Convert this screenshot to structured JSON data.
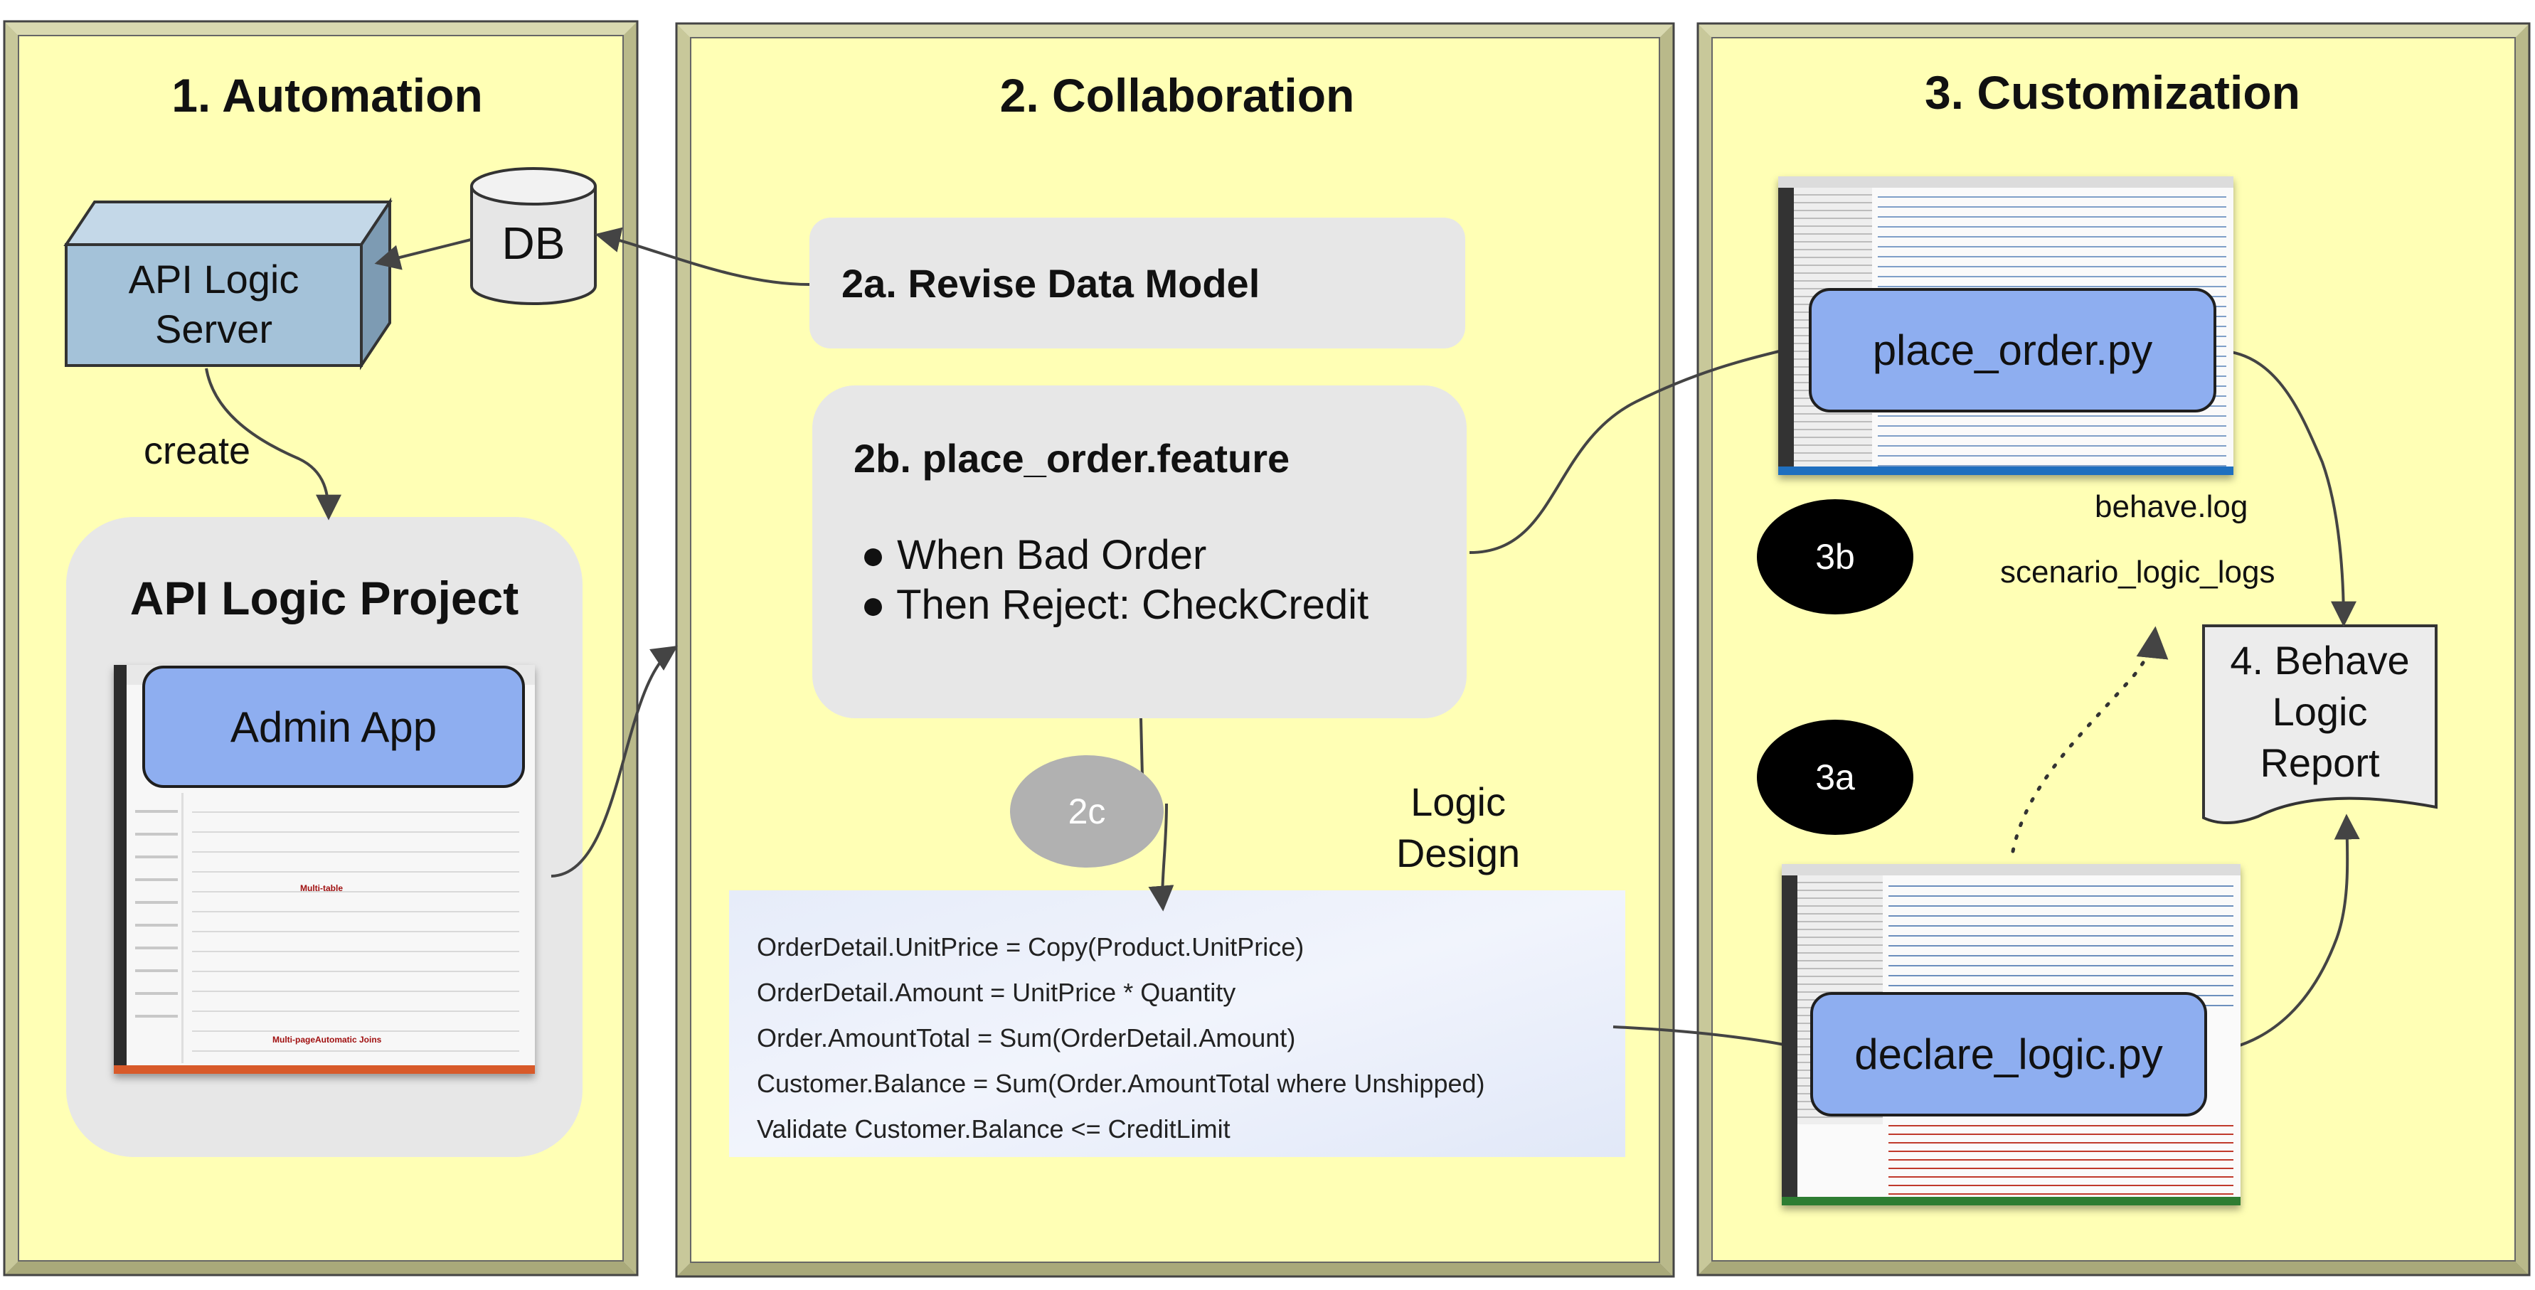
{
  "panels": [
    {
      "title": "1. Automation"
    },
    {
      "title": "2. Collaboration"
    },
    {
      "title": "3. Customization"
    }
  ],
  "automation": {
    "server_label_line1": "API Logic",
    "server_label_line2": "Server",
    "db_label": "DB",
    "create_label": "create",
    "project_title": "API Logic Project",
    "admin_app_label": "Admin App",
    "screenshot_annotations": [
      "Multi-table",
      "Multi-page",
      "Automatic Joins"
    ]
  },
  "collaboration": {
    "revise_label": "2a. Revise Data Model",
    "feature_title": "2b. place_order.feature",
    "feature_bullets": [
      "When Bad Order",
      "Then Reject: CheckCredit"
    ],
    "badge_2c": "2c",
    "logic_design_line1": "Logic",
    "logic_design_line2": "Design",
    "rules": [
      "OrderDetail.UnitPrice = Copy(Product.UnitPrice)",
      "OrderDetail.Amount = UnitPrice * Quantity",
      "Order.AmountTotal = Sum(OrderDetail.Amount)",
      "Customer.Balance = Sum(Order.AmountTotal where Unshipped)",
      "Validate Customer.Balance <= CreditLimit"
    ]
  },
  "customization": {
    "place_order_label": "place_order.py",
    "declare_logic_label": "declare_logic.py",
    "badge_3b": "3b",
    "badge_3a": "3a",
    "behave_log": "behave.log",
    "scenario_logs": "scenario_logic_logs",
    "report_line1": "4. Behave",
    "report_line2": "Logic",
    "report_line3": "Report"
  },
  "colors": {
    "panel_fill": "#ffffb5",
    "box_gray": "#e7e7e7",
    "blue_box": "#8eaef0",
    "server_blue": "#a4c2d9",
    "badge_black": "#000000",
    "badge_gray": "#b1b1b1"
  }
}
